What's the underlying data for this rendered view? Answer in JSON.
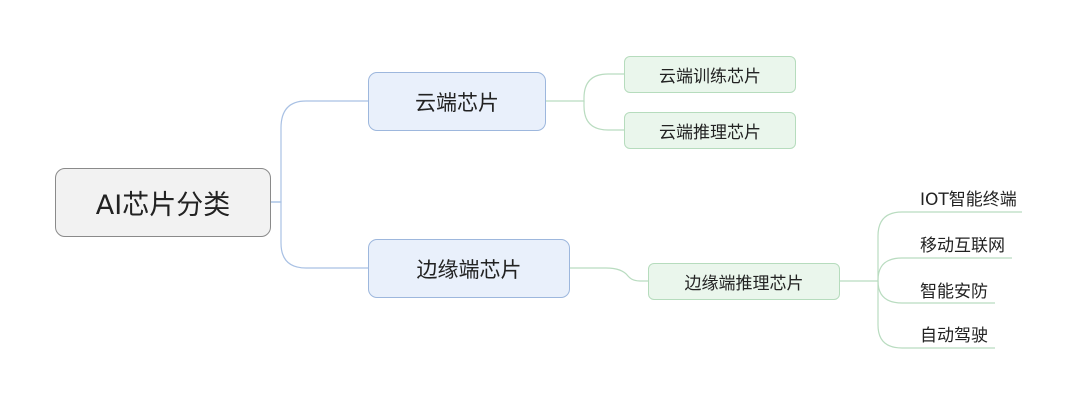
{
  "root": {
    "label": "AI芯片分类"
  },
  "branches": [
    {
      "label": "云端芯片",
      "children": [
        {
          "label": "云端训练芯片"
        },
        {
          "label": "云端推理芯片"
        }
      ]
    },
    {
      "label": "边缘端芯片",
      "children": [
        {
          "label": "边缘端推理芯片",
          "children": [
            {
              "label": "IOT智能终端"
            },
            {
              "label": "移动互联网"
            },
            {
              "label": "智能安防"
            },
            {
              "label": "自动驾驶"
            }
          ]
        }
      ]
    }
  ],
  "colors": {
    "root_fill": "#f2f2f2",
    "branch_fill": "#e9f0fb",
    "sub_fill": "#eaf6ec",
    "connector_blue": "#a9c1e4",
    "connector_green": "#b9dcc0"
  }
}
